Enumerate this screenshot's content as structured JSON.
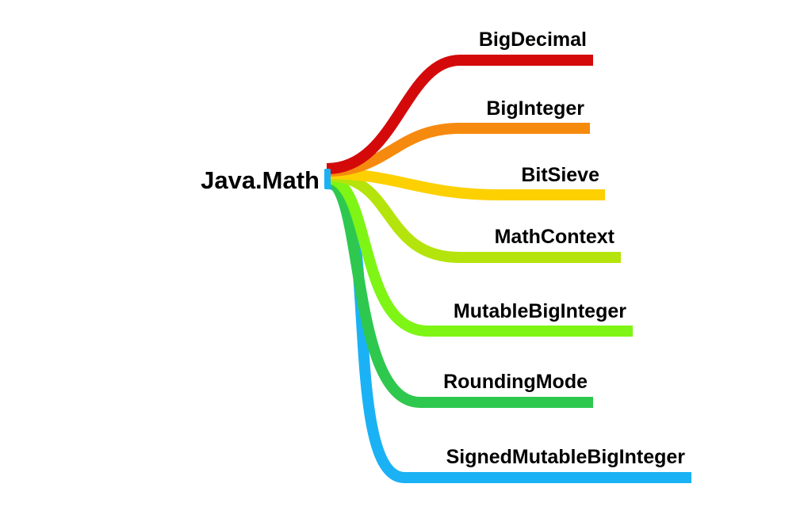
{
  "diagram": {
    "type": "mindmap",
    "root": {
      "label": "Java.Math",
      "color": "#1ab2f5"
    },
    "branches": [
      {
        "label": "BigDecimal",
        "color": "#d40a0a"
      },
      {
        "label": "BigInteger",
        "color": "#f68a0e"
      },
      {
        "label": "BitSieve",
        "color": "#fdd002"
      },
      {
        "label": "MathContext",
        "color": "#b5e40c"
      },
      {
        "label": "MutableBigInteger",
        "color": "#7ef514"
      },
      {
        "label": "RoundingMode",
        "color": "#2ec84f"
      },
      {
        "label": "SignedMutableBigInteger",
        "color": "#1ab2f5"
      }
    ]
  }
}
